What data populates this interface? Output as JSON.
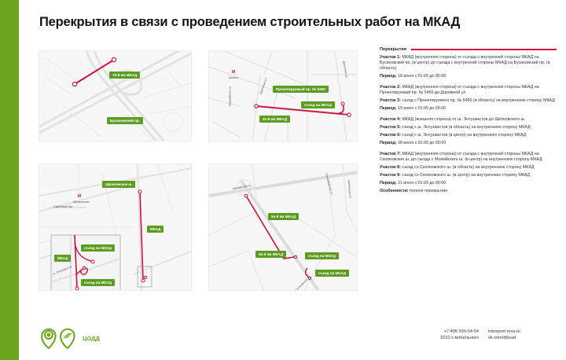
{
  "colors": {
    "brand_green": "#6aa41c",
    "label_green": "#5c9c20",
    "closure_red": "#d0103a",
    "road_gray": "#dcdcdc",
    "map_bg": "#f6f6f6"
  },
  "header": {
    "title": "Перекрытия в связи с проведением строительных работ на МКАД"
  },
  "maps": [
    {
      "id": "map-1",
      "labels": [
        "79-й км МКАД",
        "Бусиновский пр."
      ],
      "streets": []
    },
    {
      "id": "map-2",
      "metro": "Аннино",
      "labels": [
        "Проектируемый пр. № 5450",
        "съезд на МКАД",
        "31-й км МКАД"
      ],
      "streets": [
        "Варшавское ш.",
        "Дорожная ул.",
        "Дорожная ул."
      ]
    },
    {
      "id": "map-3",
      "metro": "Щёлковская",
      "labels": [
        "Щёлковское ш.",
        "МКАД",
        "съезд на МКАД",
        "МКАД",
        "съезд на МКАД"
      ],
      "streets": [
        "Сиреневый бул.",
        "ш. Энтузиастов"
      ]
    },
    {
      "id": "map-4",
      "labels": [
        "54-й км МКАД",
        "53-й км МКАД",
        "съезд на МКАД",
        "съезд на МКАД"
      ],
      "streets": [
        "Можайское ш.",
        "Беловежская ул.",
        "Витебская ул.",
        "Сколковское ш."
      ]
    }
  ],
  "info": {
    "heading": "Перекрытия",
    "items": [
      {
        "key": "Участок 1:",
        "text": " МКАД (внутренняя сторона) от съезда с внутренней стороны МКАД на Бусиновский пр. (в центр) до съезда с внутренней стороны МКАД на Бусиновский пр. (в область)"
      },
      {
        "key": "Период:",
        "text": " 18 июня с 01:00 до 05:00"
      },
      {
        "key": "Участок 2:",
        "text": " МКАД (внутренняя сторона) от съезда с внутренней стороны МКАД на Проектируемый пр. № 5450 до Дорожной ул."
      },
      {
        "key": "Участок 3:",
        "text": " съезд с Проектируемого пр. № 5450 (в область) на внутреннюю сторону МКАД"
      },
      {
        "key": "Период:",
        "text": " 19 июня с 01:00 до 05:00"
      },
      {
        "key": "Участок 4:",
        "text": " МКАД (внешняя сторона) от ш. Энтузиастов до Щёлковского ш."
      },
      {
        "key": "Участок 5:",
        "text": " съезд с ш. Энтузиастов (в область) на внутреннюю сторону МКАД"
      },
      {
        "key": "Участок 6:",
        "text": " съезд с ш. Энтузиастов (в центр) на внутреннюю сторону МКАД"
      },
      {
        "key": "Период:",
        "text": " 20 июня с 01:00 до 05:00"
      },
      {
        "key": "Участок 7:",
        "text": " МКАД (внутренняя сторона) от съезда с внутренней стороны МКАД на Сколковское ш. до съезда с Можайского ш. (в центр) на внутреннюю сторону МКАД"
      },
      {
        "key": "Участок 8:",
        "text": " съезд со Сколковского ш. (в область) на внутреннюю сторону МКАД"
      },
      {
        "key": "Участок 9:",
        "text": " съезд со Сколковского ш. (в центр) на внутреннюю сторону МКАД"
      },
      {
        "key": "Период:",
        "text": " 21 июня с 01:00 до 05:00"
      },
      {
        "key": "Особенности:",
        "text": " полное перекрытие"
      }
    ]
  },
  "footer": {
    "logo_text": "ЦОДД",
    "phone": "+7 495 539-54-54",
    "mobile": "3210 с мобильного",
    "site": "transport.mos.ru",
    "vk": "vk.com/dtroad"
  }
}
